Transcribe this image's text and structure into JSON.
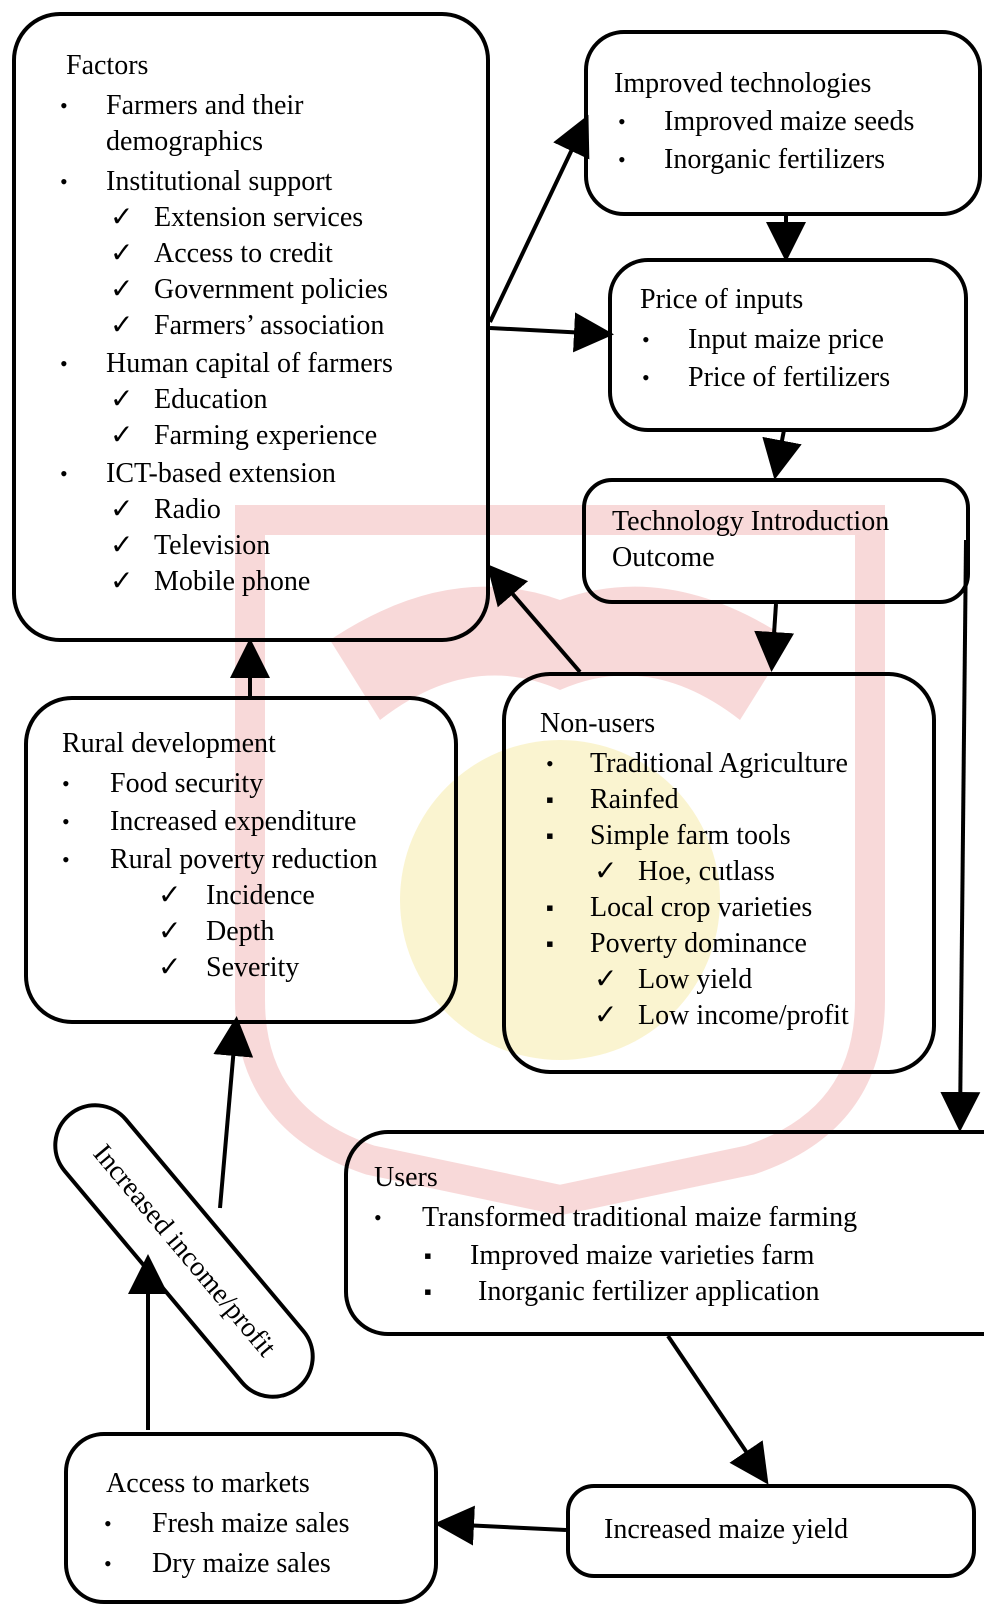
{
  "factors": {
    "title": "Factors",
    "b1": "Farmers and their",
    "b1b": "demographics",
    "b2": "Institutional support",
    "c1": "Extension services",
    "c2": "Access to credit",
    "c3": "Government policies",
    "c4": "Farmers’ association",
    "b3": "Human capital of farmers",
    "c5": "Education",
    "c6": "Farming experience",
    "b4": "ICT-based extension",
    "c7": "Radio",
    "c8": "Television",
    "c9": "Mobile phone"
  },
  "improved": {
    "title": "Improved technologies",
    "b1": "Improved maize seeds",
    "b2": "Inorganic fertilizers"
  },
  "price": {
    "title": "Price of inputs",
    "b1": "Input maize price",
    "b2": "Price of fertilizers"
  },
  "outcome": {
    "line1": "Technology Introduction",
    "line2": "Outcome"
  },
  "nonusers": {
    "title": "Non-users",
    "b1": "Traditional Agriculture",
    "s1": "Rainfed",
    "s2": "Simple farm tools",
    "c1": "Hoe, cutlass",
    "s3": "Local crop varieties",
    "s4": "Poverty dominance",
    "c2": "Low yield",
    "c3": "Low income/profit"
  },
  "rural": {
    "title": "Rural development",
    "b1": "Food security",
    "b2": "Increased expenditure",
    "b3": "Rural poverty reduction",
    "c1": "Incidence",
    "c2": "Depth",
    "c3": "Severity"
  },
  "users": {
    "title": "Users",
    "b1": "Transformed traditional maize farming",
    "s1": "Improved maize varieties farm",
    "s2": "Inorganic fertilizer application"
  },
  "income": {
    "label": "Increased income/profit"
  },
  "markets": {
    "title": "Access to markets",
    "b1": "Fresh maize sales",
    "b2": "Dry maize sales"
  },
  "yield": {
    "label": "Increased maize yield"
  },
  "symbols": {
    "bullet": "•",
    "square": "▪",
    "check": "✓"
  }
}
